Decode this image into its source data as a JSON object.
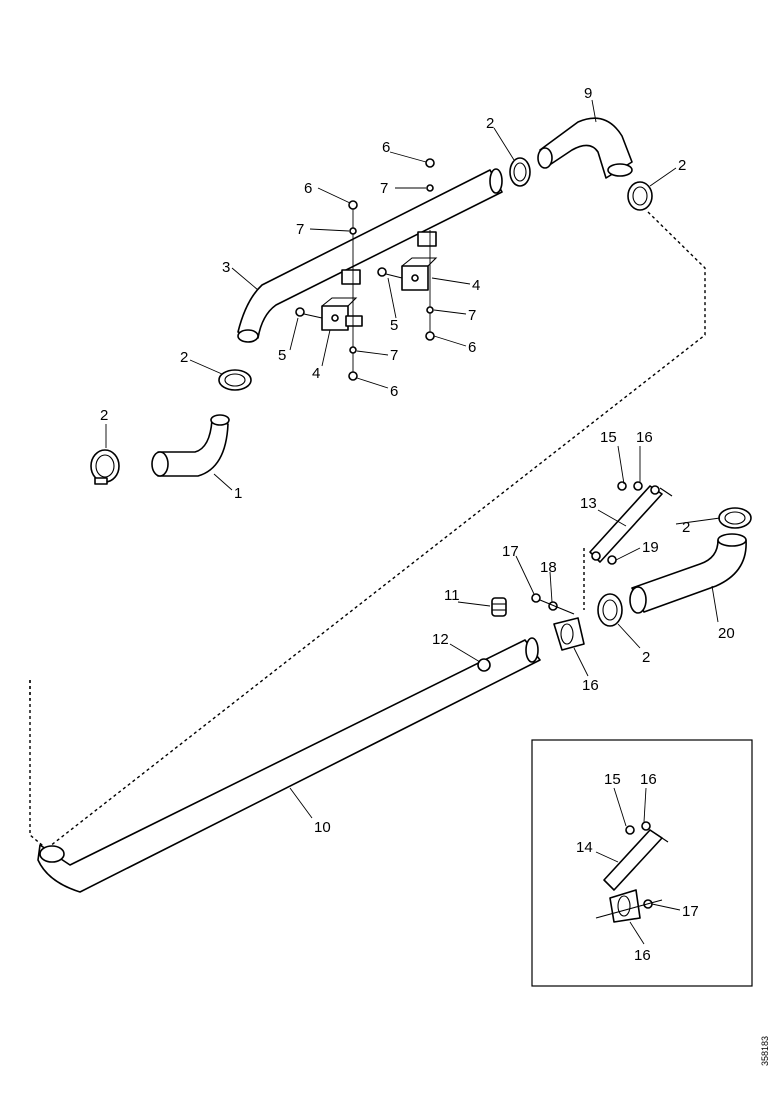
{
  "labels": {
    "p1": "1",
    "p2a": "2",
    "p2b": "2",
    "p2c": "2",
    "p2d": "2",
    "p2e": "2",
    "p2f": "2",
    "p3": "3",
    "p4a": "4",
    "p4b": "4",
    "p5a": "5",
    "p5b": "5",
    "p6a": "6",
    "p6b": "6",
    "p6c": "6",
    "p6d": "6",
    "p7a": "7",
    "p7b": "7",
    "p7c": "7",
    "p7d": "7",
    "p9": "9",
    "p10": "10",
    "p11": "11",
    "p12": "12",
    "p13": "13",
    "p15": "15",
    "p16": "16",
    "p17": "17",
    "p18": "18",
    "p19": "19",
    "p20": "20",
    "p16b": "16",
    "i15": "15",
    "i16": "16",
    "i14": "14",
    "i17": "17",
    "i16b": "16"
  },
  "drawing_code": "358183"
}
